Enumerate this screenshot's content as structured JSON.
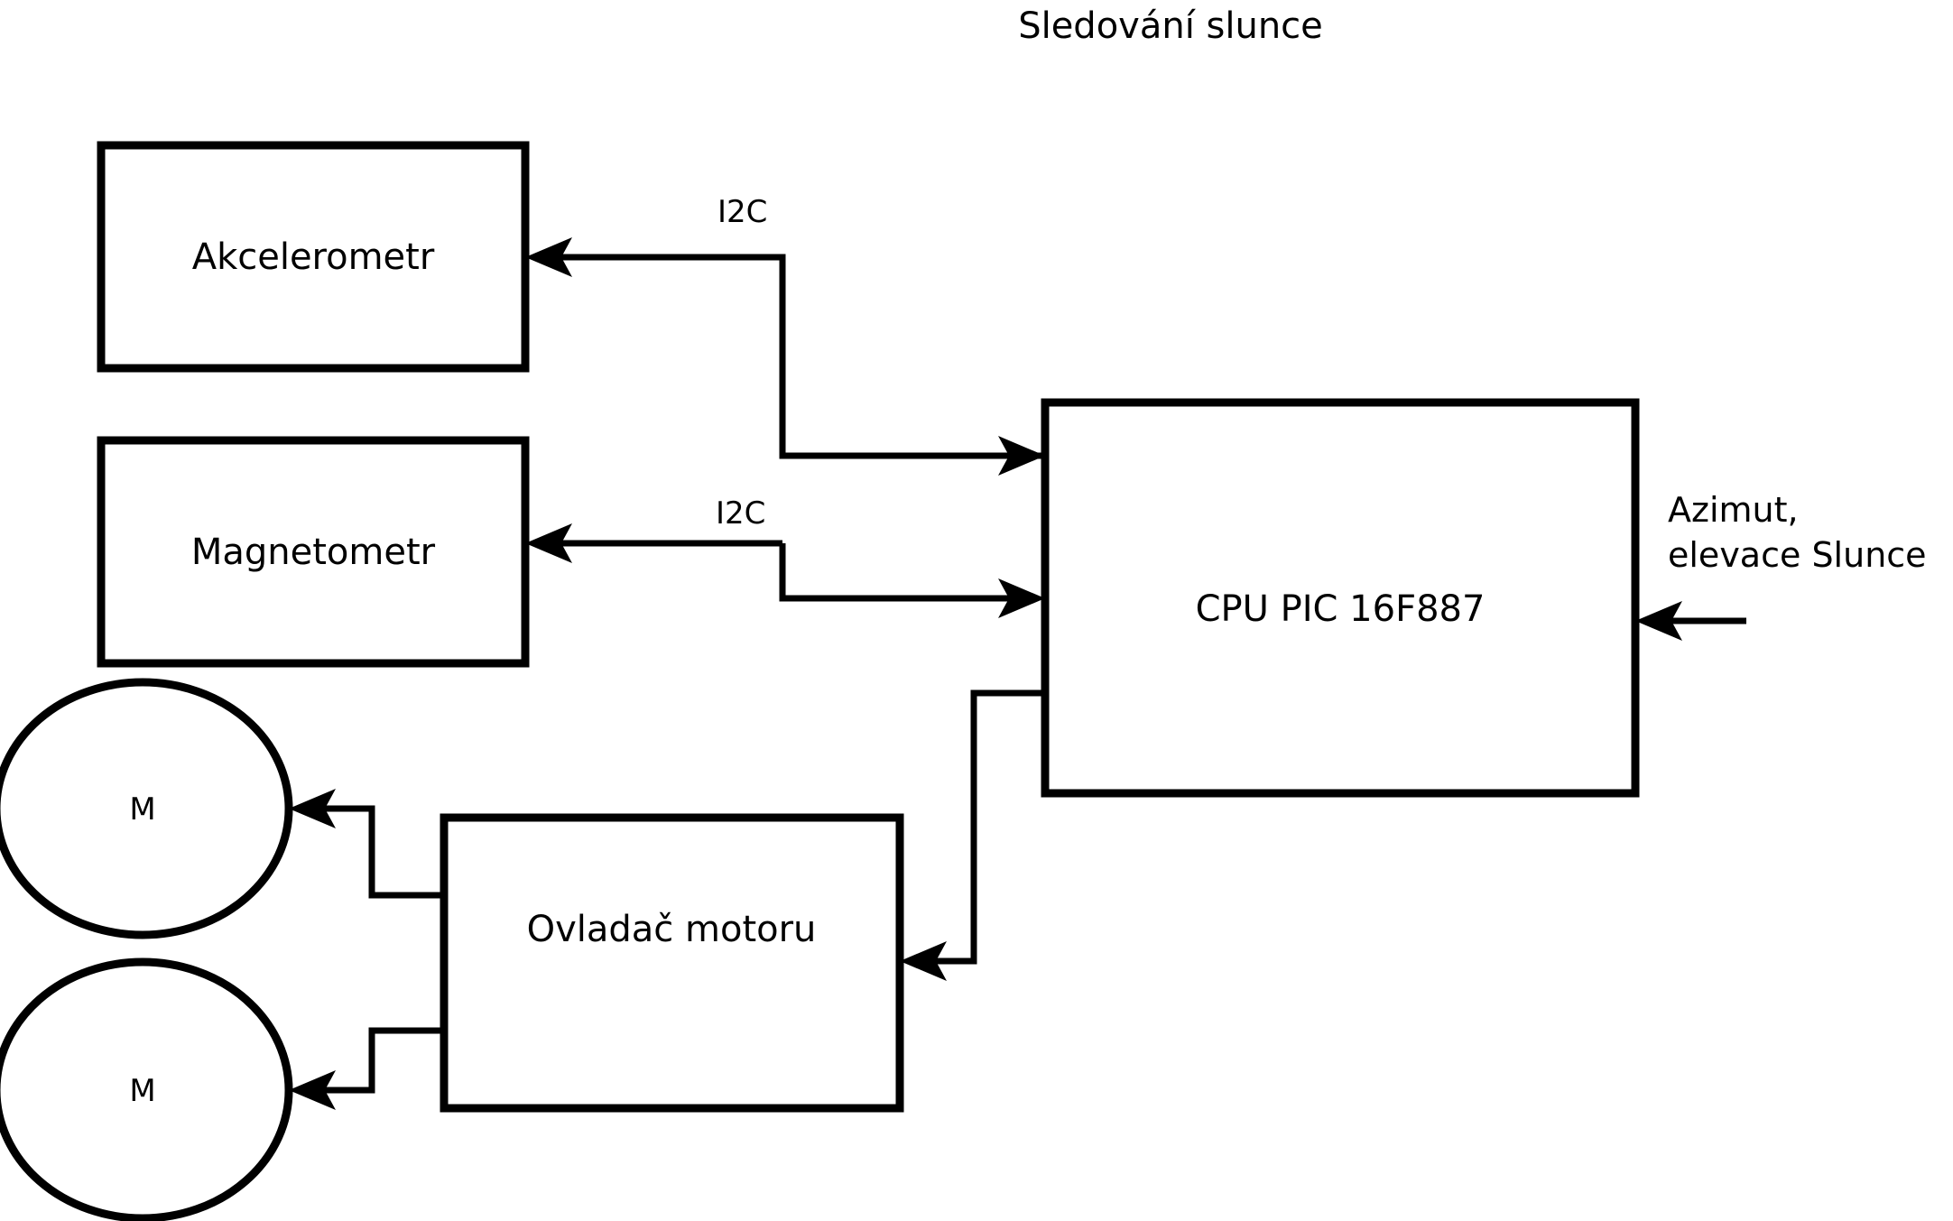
{
  "diagram": {
    "title": "Sledování slunce",
    "blocks": [
      {
        "id": "accelerometer",
        "label": "Akcelerometr"
      },
      {
        "id": "magnetometer",
        "label": "Magnetometr"
      },
      {
        "id": "cpu",
        "label": "CPU PIC 16F887"
      },
      {
        "id": "motor_driver",
        "label": "Ovladač motoru"
      }
    ],
    "motors": [
      {
        "id": "motor_top",
        "label": "M"
      },
      {
        "id": "motor_bottom",
        "label": "M"
      }
    ],
    "connection_labels": {
      "accelerometer_bus": "I2C",
      "magnetometer_bus": "I2C"
    },
    "external_input": {
      "line1": "Azimut,",
      "line2": "elevace Slunce"
    },
    "colors": {
      "stroke": "#000000",
      "fill": "#ffffff",
      "text": "#000000"
    }
  }
}
